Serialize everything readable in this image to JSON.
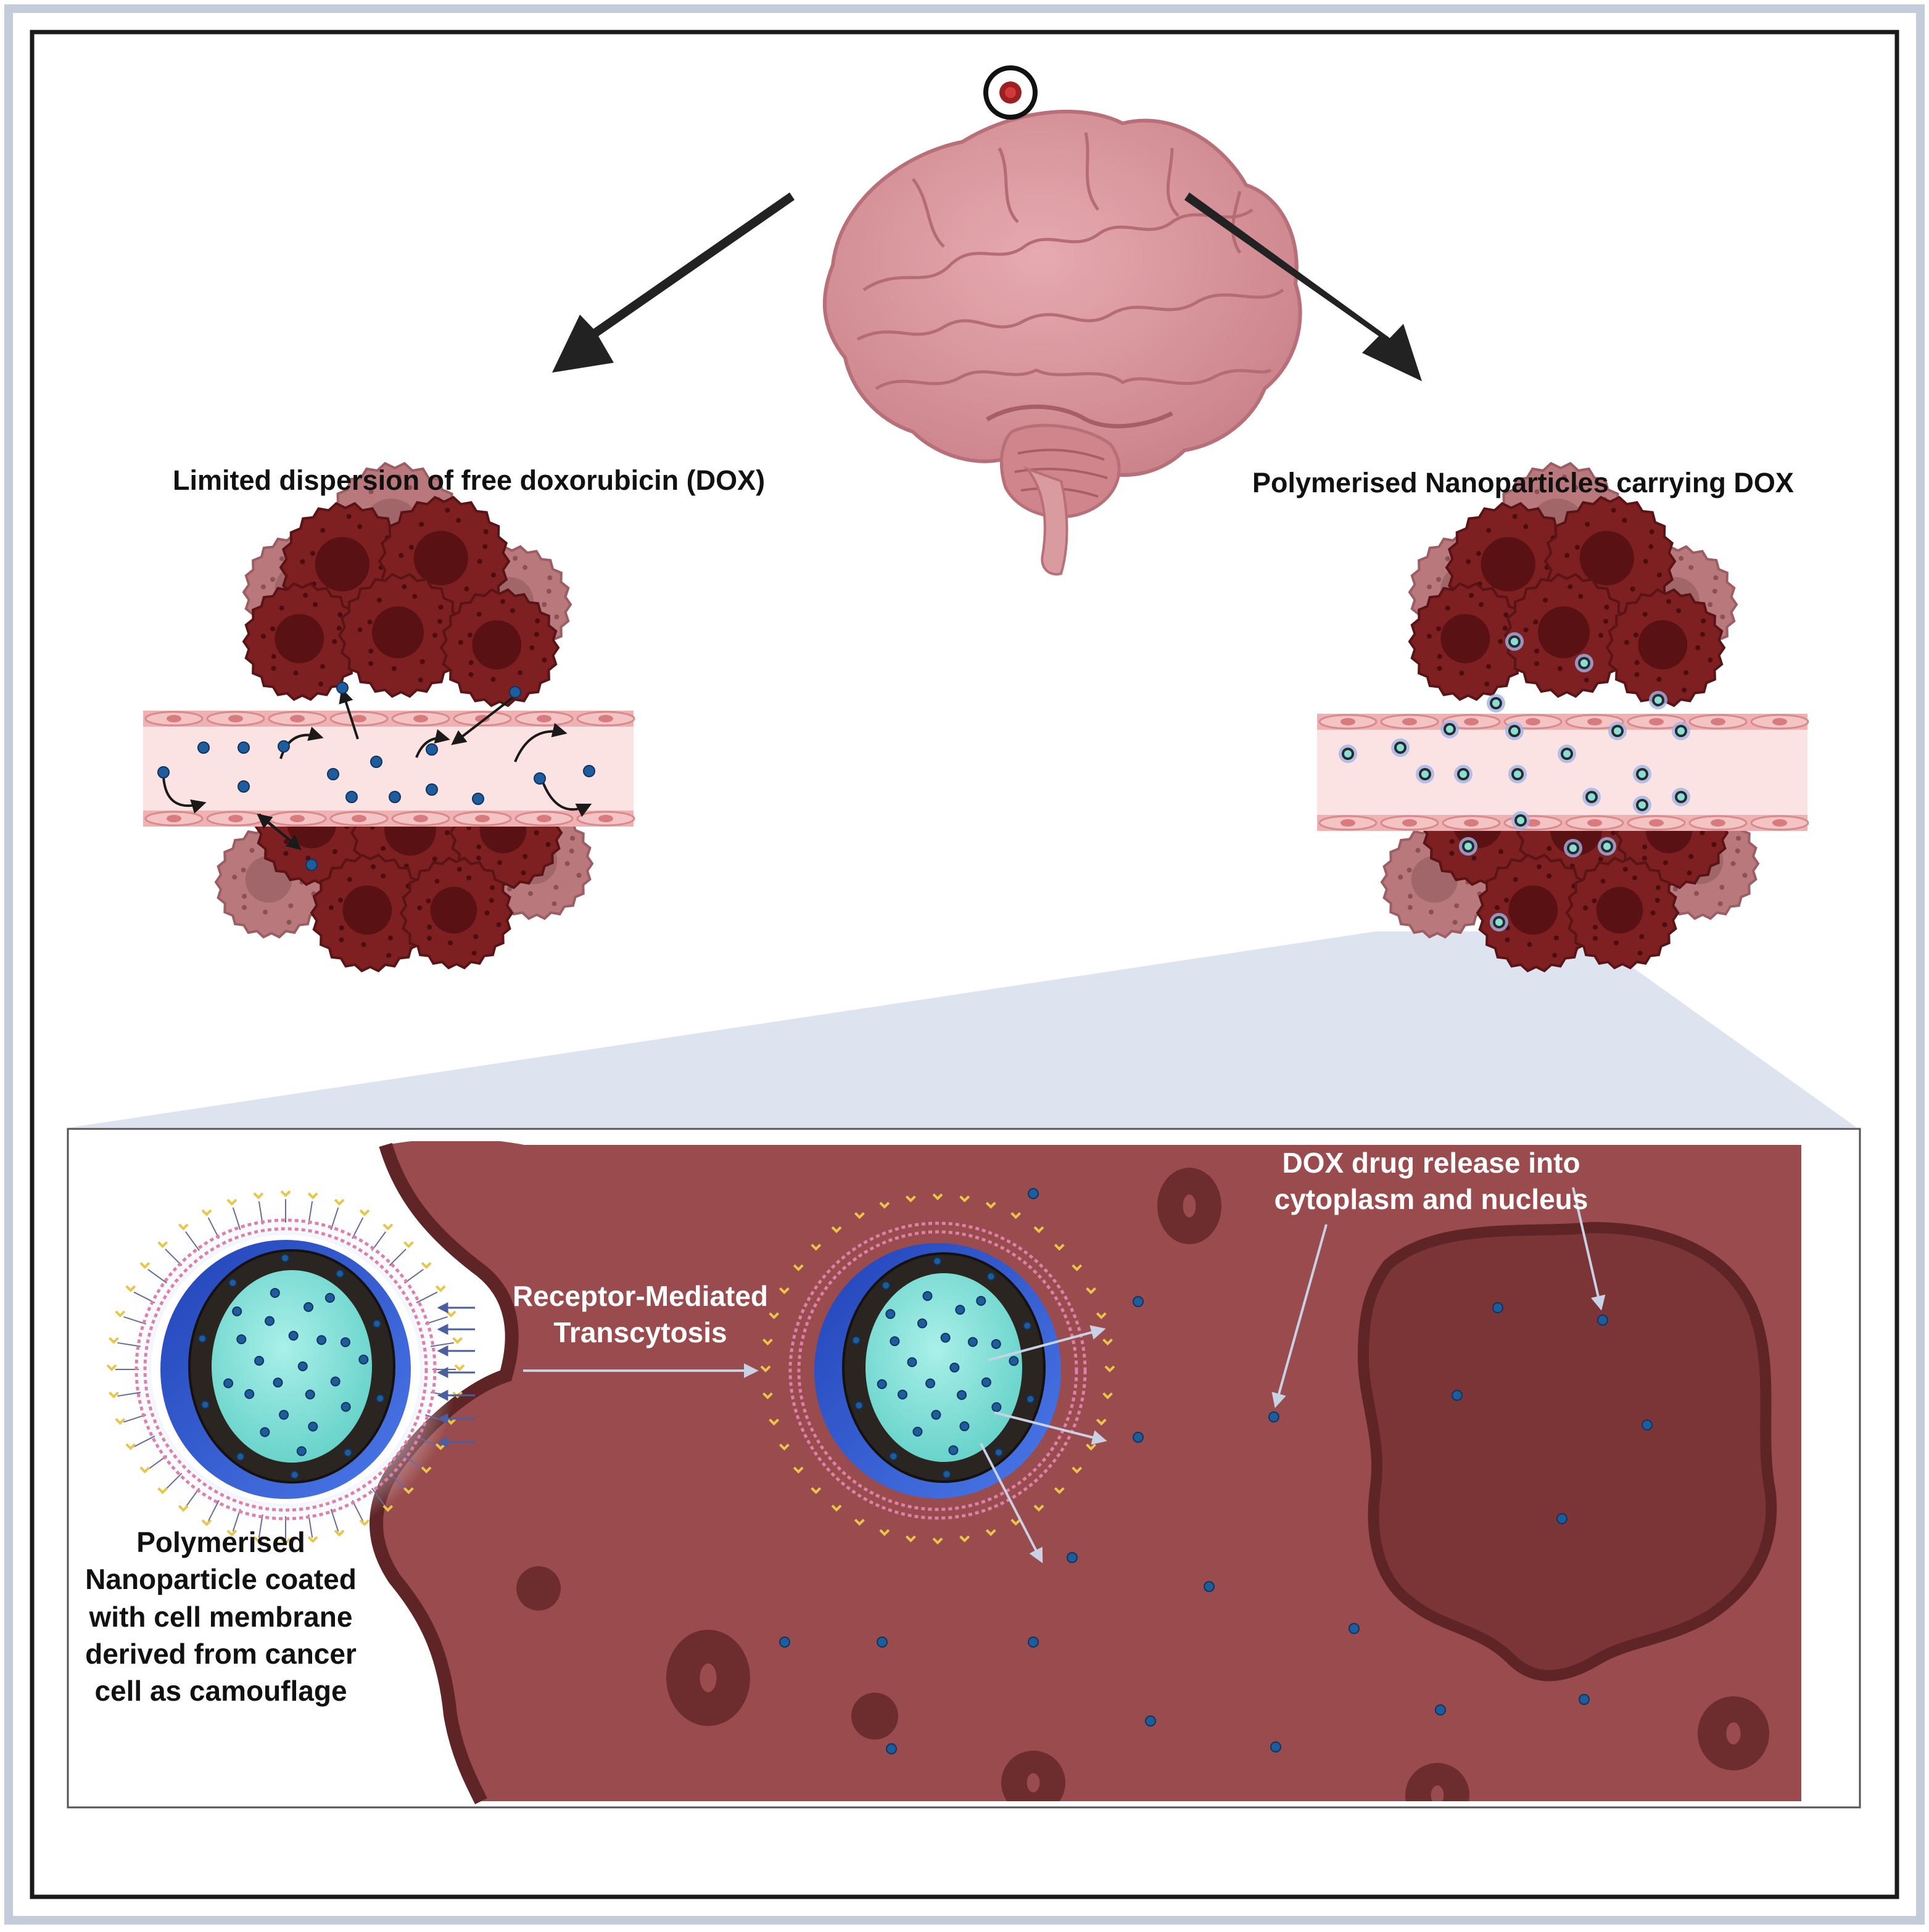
{
  "labels": {
    "left_title": "Limited dispersion of free doxorubicin (DOX)",
    "right_title": "Polymerised Nanoparticles carrying DOX",
    "transcytosis": "Receptor-Mediated Transcytosis",
    "drug_release": "DOX drug release into cytoplasm and nucleus",
    "nanoparticle": "Polymerised Nanoparticle coated with cell membrane derived from cancer cell as camouflage"
  },
  "icons": [
    "brain-icon",
    "tumor-marker-icon",
    "tumor-cluster-icon",
    "blood-vessel-icon",
    "nanoparticle-icon",
    "dox-molecule-icon",
    "cell-nucleus-icon",
    "vesicle-icon"
  ],
  "colors": {
    "frame_outer": "#c5ccd9",
    "frame_inner": "#1a1a1a",
    "brain": "#d9939a",
    "tumor_dark": "#7a1c1e",
    "tumor_light": "#b9787c",
    "vessel": "#f9dcdc",
    "vessel_wall": "#e9a1a3",
    "cytoplasm": "#9c4b4d",
    "nucleus": "#7c3436",
    "membrane": "#5e2426",
    "dox": "#1e5a9a",
    "np_core": "#86e0d8",
    "np_shell": "#2b4fc4",
    "zoom_fan": "#dde3ef"
  }
}
